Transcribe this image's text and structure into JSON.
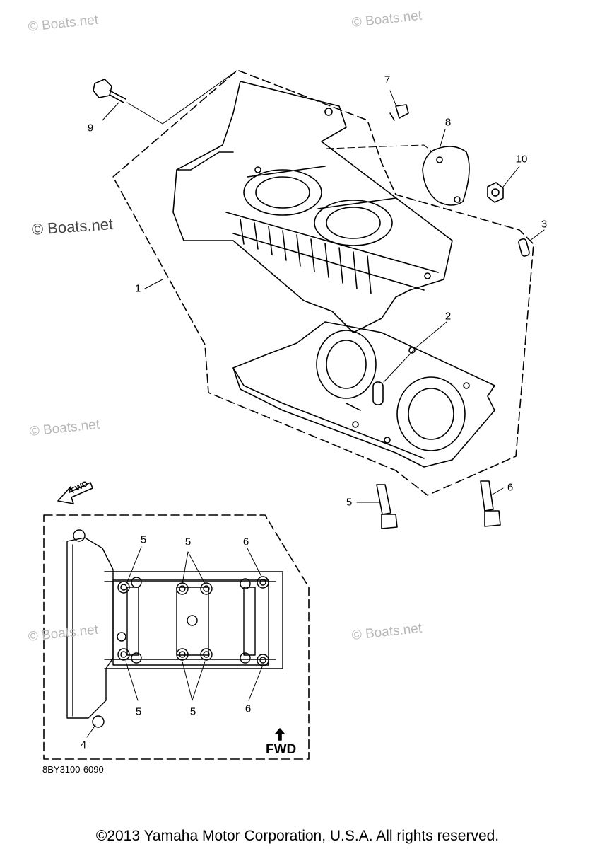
{
  "watermark": "© Boats.net",
  "callouts": {
    "c1": "1",
    "c2": "2",
    "c3": "3",
    "c4": "4",
    "c5a": "5",
    "c5b": "5",
    "c5c": "5",
    "c5d": "5",
    "c5e": "5",
    "c6a": "6",
    "c6b": "6",
    "c6c": "6",
    "c7": "7",
    "c8": "8",
    "c9": "9",
    "c10": "10"
  },
  "fwd_label": "FWD",
  "part_code": "8BY3100-6090",
  "copyright": "©2013 Yamaha Motor Corporation, U.S.A. All rights reserved."
}
